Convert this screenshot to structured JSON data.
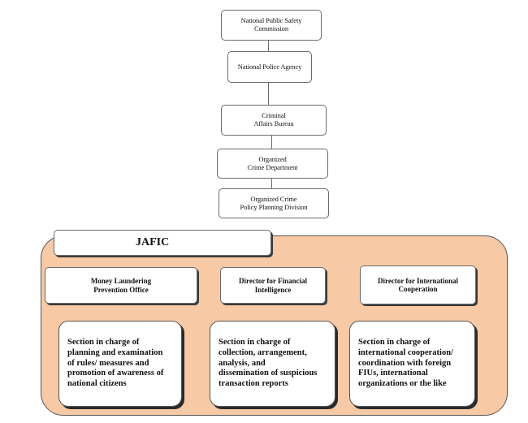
{
  "hierarchy": [
    {
      "label": "National Public Safety\nCommission"
    },
    {
      "label": "National Police Agency"
    },
    {
      "label": "Criminal\nAffairs Bureau"
    },
    {
      "label": "Organized\nCrime Department"
    },
    {
      "label": "Organized Crime\nPolicy Planning Division"
    }
  ],
  "jafic": {
    "label": "JAFIC"
  },
  "directors": [
    {
      "label": "Money  Laundering\nPrevention  Office"
    },
    {
      "label": "Director for Financial\nIntelligence"
    },
    {
      "label": "Director for International\nCooperation"
    }
  ],
  "sections": [
    {
      "label": "Section in charge of\nplanning  and  examination\nof rules/ measures and\npromotion of awareness of\nnational citizens"
    },
    {
      "label": "Section in charge of\ncollection, arrangement,\nanalysis, and\ndissemination of suspicious\ntransaction reports"
    },
    {
      "label": "Section in charge of\ninternational cooperation/\ncoordination with foreign\nFIUs, international\norganizations or the like"
    }
  ],
  "colors": {
    "panel_fill": "#f7c9a5",
    "border": "#555555",
    "box_fill": "#ffffff"
  }
}
